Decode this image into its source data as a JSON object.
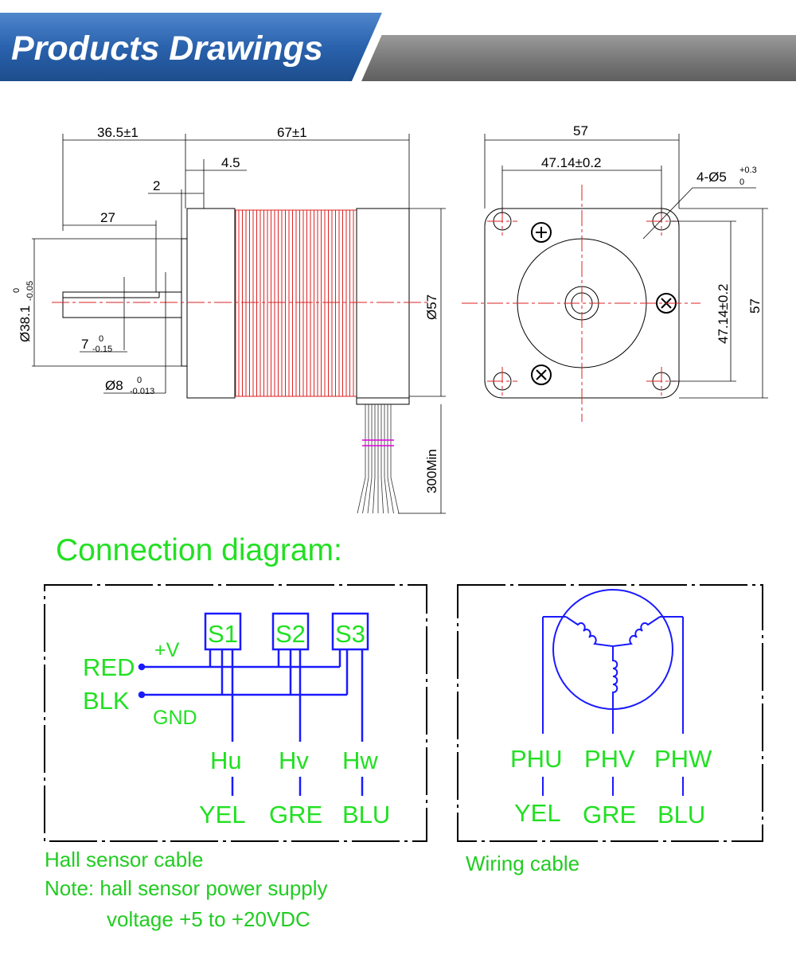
{
  "header": {
    "title": "Products Drawings"
  },
  "side_view": {
    "body_length": "67±1",
    "shaft_length": "36.5±1",
    "flange_offset": "4.5",
    "boss_height": "2",
    "shaft_flat_length": "27",
    "pilot_diameter": "Ø38.1",
    "pilot_tol_upper": "0",
    "pilot_tol_lower": "-0.05",
    "flat_depth": "7",
    "flat_tol_upper": "0",
    "flat_tol_lower": "-0.15",
    "shaft_diameter": "Ø8",
    "shaft_tol_upper": "0",
    "shaft_tol_lower": "-0.013",
    "body_diameter": "Ø57",
    "lead_length": "300Min"
  },
  "front_view": {
    "width": "57",
    "hole_spacing_h": "47.14±0.2",
    "holes": "4-Ø5",
    "holes_tol_upper": "+0.3",
    "holes_tol_lower": "0",
    "hole_spacing_v": "47.14±0.2",
    "height": "57"
  },
  "connection": {
    "title": "Connection diagram:",
    "hall": {
      "sensors": [
        "S1",
        "S2",
        "S3"
      ],
      "supply_label": "+V",
      "ground_label": "GND",
      "red": "RED",
      "black": "BLK",
      "signals": [
        "Hu",
        "Hv",
        "Hw"
      ],
      "colors": [
        "YEL",
        "GRE",
        "BLU"
      ]
    },
    "winding": {
      "phases": [
        "PHU",
        "PHV",
        "PHW"
      ],
      "colors": [
        "YEL",
        "GRE",
        "BLU"
      ]
    },
    "hall_caption": "Hall sensor cable",
    "note_line1": "Note: hall sensor power supply",
    "note_line2": "voltage +5 to +20VDC",
    "wiring_caption": "Wiring cable"
  },
  "colors": {
    "accent": "#2a5fa8",
    "label_green": "#22e022",
    "wire_blue": "#1a1aff",
    "coil_red": "#e02020"
  }
}
